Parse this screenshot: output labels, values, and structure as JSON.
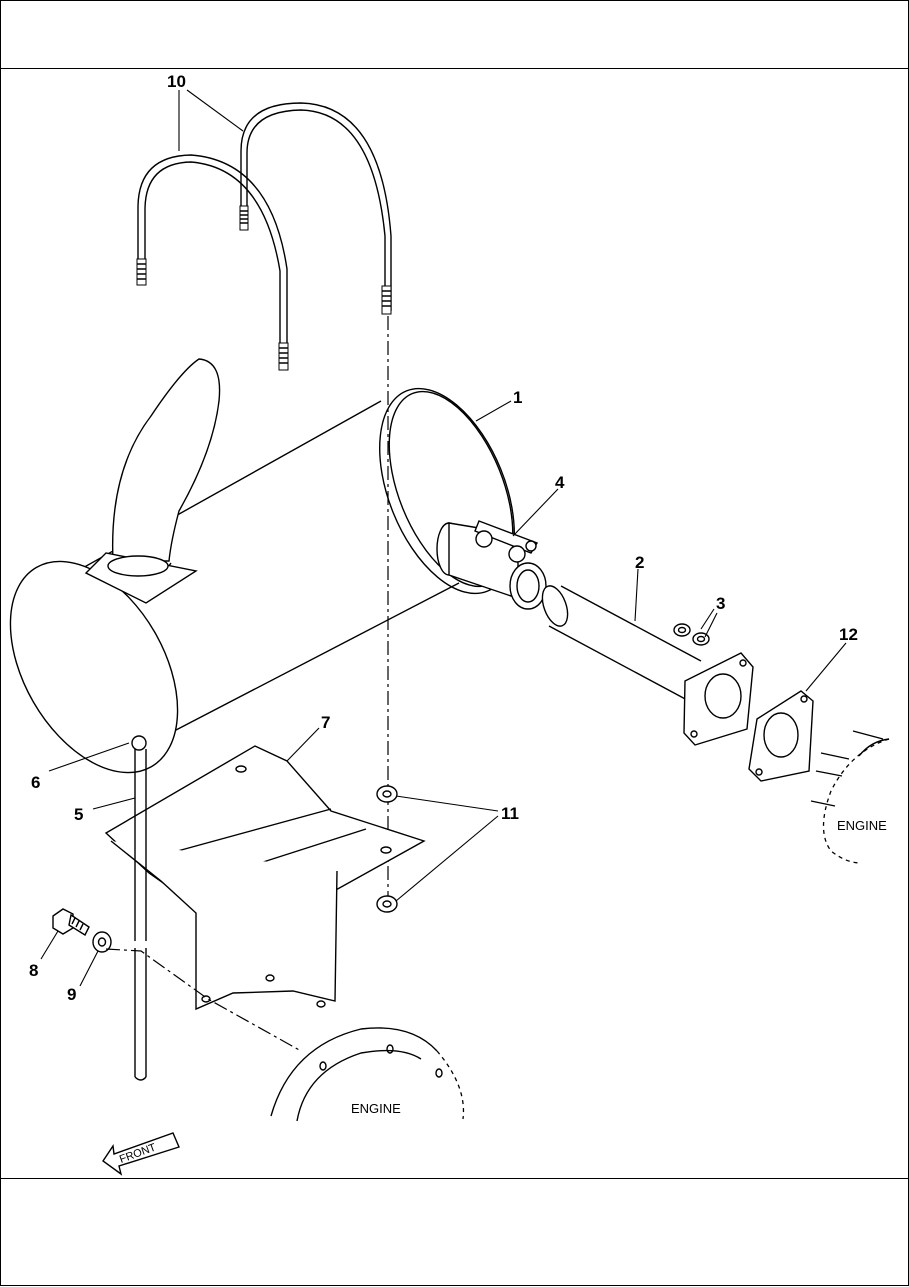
{
  "callouts": [
    {
      "id": "1",
      "label": "1"
    },
    {
      "id": "2",
      "label": "2"
    },
    {
      "id": "3",
      "label": "3"
    },
    {
      "id": "4",
      "label": "4"
    },
    {
      "id": "5",
      "label": "5"
    },
    {
      "id": "6",
      "label": "6"
    },
    {
      "id": "7",
      "label": "7"
    },
    {
      "id": "8",
      "label": "8"
    },
    {
      "id": "9",
      "label": "9"
    },
    {
      "id": "10",
      "label": "10"
    },
    {
      "id": "11",
      "label": "11"
    },
    {
      "id": "12",
      "label": "12"
    }
  ],
  "labels": {
    "engine_right": "ENGINE",
    "engine_bottom": "ENGINE",
    "front_arrow": "FRONT"
  }
}
